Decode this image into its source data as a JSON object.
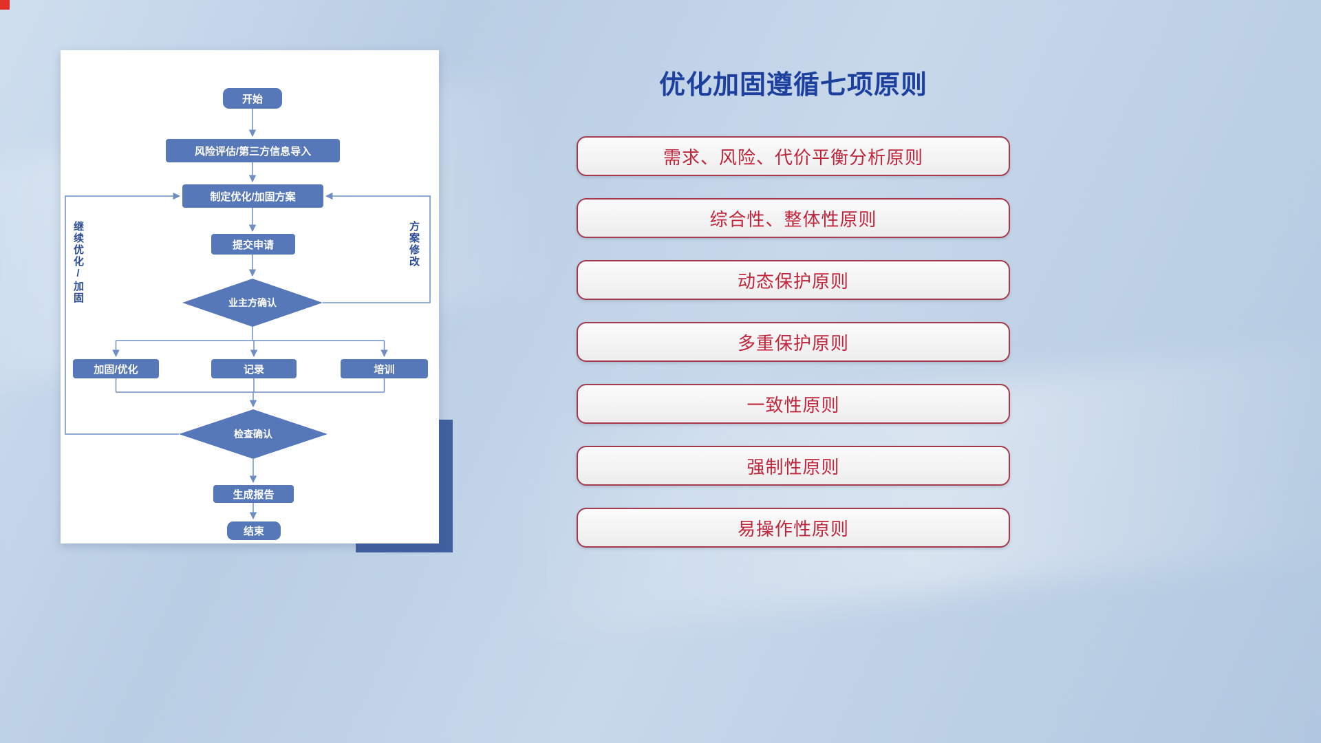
{
  "flowchart": {
    "nodes": {
      "start": "开始",
      "risk": "风险评估/第三方信息导入",
      "plan": "制定优化/加固方案",
      "submit": "提交申请",
      "owner_confirm": "业主方确认",
      "reinforce": "加固/优化",
      "record": "记录",
      "training": "培训",
      "check_confirm": "检查确认",
      "report": "生成报告",
      "end": "结束"
    },
    "labels": {
      "left_loop": "继续优化/加固",
      "right_loop": "方案修改"
    }
  },
  "panel": {
    "title": "优化加固遵循七项原则",
    "principles": [
      "需求、风险、代价平衡分析原则",
      "综合性、整体性原则",
      "动态保护原则",
      "多重保护原则",
      "一致性原则",
      "强制性原则",
      "易操作性原则"
    ]
  },
  "colors": {
    "node_fill": "#5778b8",
    "connector": "#6f8fc4",
    "title": "#1d3f9e",
    "principle_text": "#c1253b",
    "principle_border": "#a43a4e",
    "card_shadow": "#41609f"
  }
}
